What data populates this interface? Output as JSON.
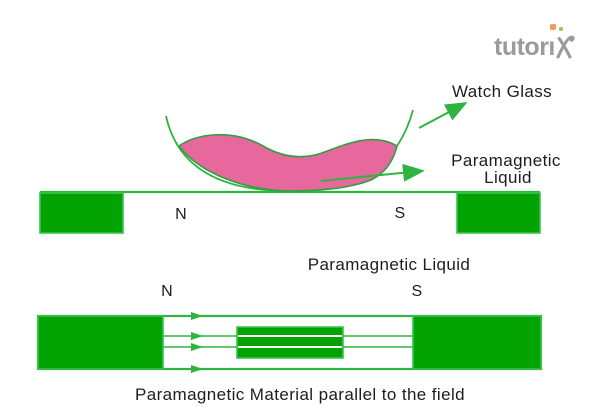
{
  "colors": {
    "green_fill": "#04a304",
    "green_border": "#3cc24c",
    "green_line": "#2db540",
    "pink_fill": "#e7689d",
    "pink_stroke": "#2f9f3f",
    "text_color": "#1d1d1d",
    "logo_gray": "#9b9b9b",
    "dot_orange": "#f29b5f",
    "dot_green": "#9bcc3f"
  },
  "logo": {
    "word": "tutorı",
    "stylized_x": "x"
  },
  "diagram1": {
    "watch_glass_label": "Watch Glass",
    "liquid_label_line1": "Paramagnetic",
    "liquid_label_line2": "Liquid",
    "pole_n": "N",
    "pole_s": "S"
  },
  "diagram2": {
    "title": "Paramagnetic Liquid",
    "pole_n": "N",
    "pole_s": "S",
    "caption": "Paramagnetic Material parallel to the field"
  }
}
